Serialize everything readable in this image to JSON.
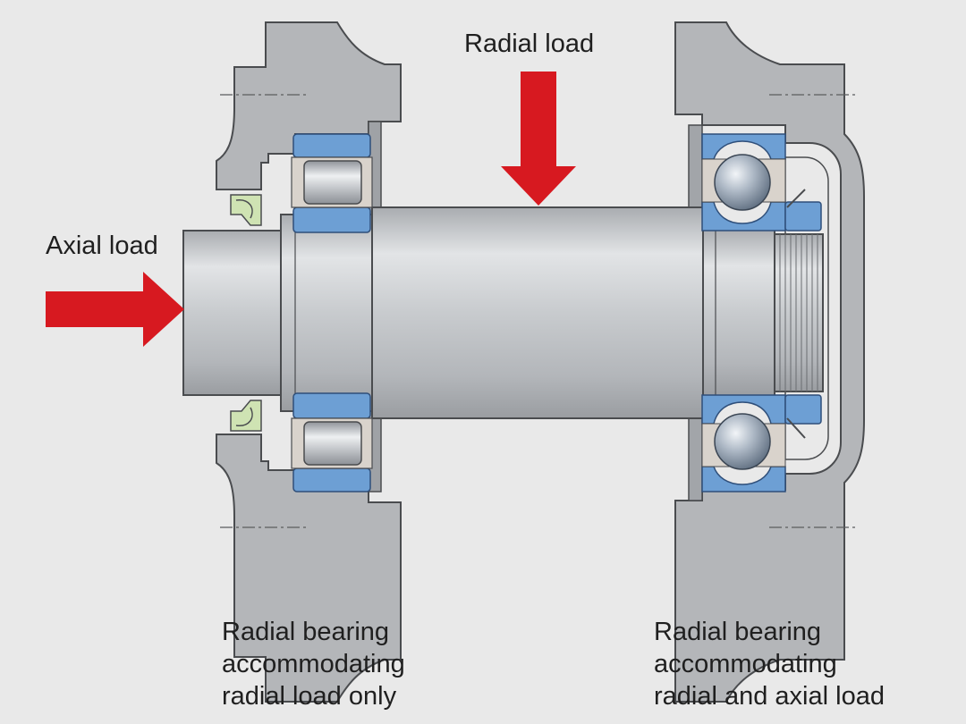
{
  "labels": {
    "radial_load": "Radial load",
    "axial_load": "Axial load"
  },
  "captions": {
    "left": {
      "line1": "Radial bearing",
      "line2": "accommodating",
      "line3": "radial load only"
    },
    "right": {
      "line1": "Radial bearing",
      "line2": "accommodating",
      "line3": "radial and axial load"
    }
  },
  "icons": {
    "arrow": "red-arrow",
    "roller": "cylindrical-roller",
    "ball": "steel-ball",
    "seal": "lip-seal"
  },
  "colors": {
    "background": "#e9e9e9",
    "housing": "#b4b6b9",
    "shaft": "#cdd0d3",
    "bearing_ring": "#6d9fd4",
    "arrow": "#d71920",
    "seal": "#cfe3b3"
  }
}
